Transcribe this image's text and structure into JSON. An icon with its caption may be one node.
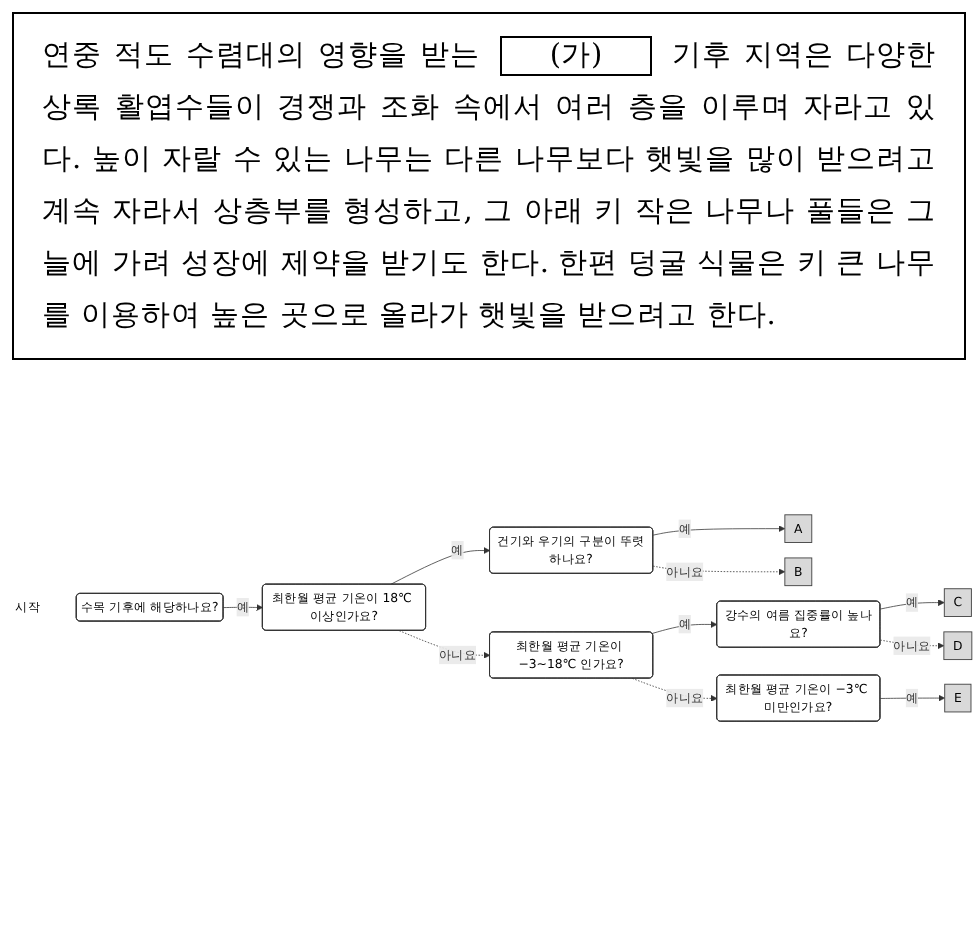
{
  "diagram": {
    "nodes": [
      {
        "text": [
          "수목 기후에 해당하나요?"
        ],
        "beside": [
          "시작"
        ]
      },
      {
        "text": [
          "최한월 평균 기온이 18℃ 이상인가요?"
        ]
      },
      {
        "text": [
          "건기와 우기의 구분이 뚜렷하나요?"
        ]
      },
      {
        "text": [
          "A"
        ]
      },
      {
        "text": [
          "B"
        ]
      },
      {
        "text": [
          "최한월 평균 기온이 −3∼18℃ 인가요?"
        ]
      },
      {
        "text": [
          "강수의 여름 집중률이 높나요?"
        ]
      },
      {
        "text": [
          "C"
        ]
      },
      {
        "text": [
          "D"
        ]
      },
      {
        "text": [
          "최한월 평균 기온이 −3℃ 미만인가요?"
        ]
      },
      {
        "text": [
          "E"
        ]
      }
    ],
    "edges": [
      {
        "from": 0,
        "to": 1,
        "arrow": "to",
        "label": "예"
      },
      {
        "from": 1,
        "to": 2,
        "arrow": "to",
        "label": "예"
      },
      {
        "from": 2,
        "to": 3,
        "arrow": "to",
        "label": "예"
      },
      {
        "from": 2,
        "to": 4,
        "arrow": "to",
        "label": "아니요",
        "style": "dashed"
      },
      {
        "from": 1,
        "to": 5,
        "arrow": "to",
        "label": "아니요",
        "style": "dashed"
      },
      {
        "from": 5,
        "to": 6,
        "arrow": "to",
        "label": "예"
      },
      {
        "from": 6,
        "to": 7,
        "arrow": "to",
        "label": "예"
      },
      {
        "from": 6,
        "to": 8,
        "arrow": "to",
        "label": "아니요",
        "style": "dashed"
      },
      {
        "from": 5,
        "to": 9,
        "arrow": "to",
        "label": "아니요",
        "style": "dashed"
      },
      {
        "from": 9,
        "to": 10,
        "arrow": "to",
        "label": "예"
      }
    ],
    "labels": [
      "연중 적도 수렴대의 영향을 받는",
      "(가)",
      "기후 지역은 다양한 상록 활엽수들이 경쟁과 조화 속에서 여러 층을 이루며 자라고 있다. 높이 자랄 수 있는 나무는 다른 나무보다 햇빛을 많이 받으려고 계속 자라서 상층부를 형성하고, 그 아래 키 작은 나무나 풀들은 그늘에 가려 성장에 제약을 받기도 한다. 한편 덩굴 식물은 키 큰 나무를 이용하여 높은 곳으로 올라가 햇빛을 받으려고 한다."
    ]
  }
}
